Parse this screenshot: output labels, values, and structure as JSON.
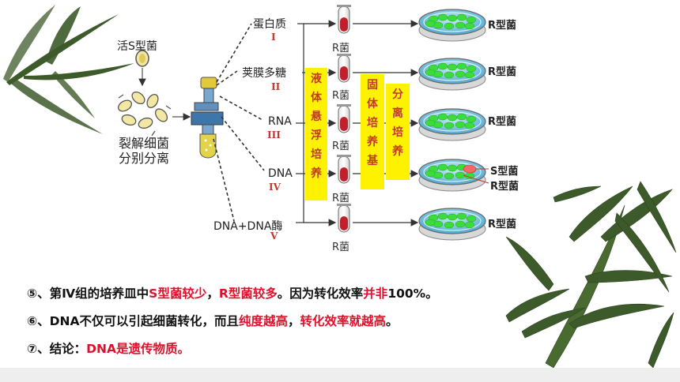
{
  "left": {
    "bacteria_title": "活S型菌",
    "caption_line1": "裂解细菌",
    "caption_line2": "分别分离"
  },
  "groups": [
    {
      "component": "蛋白质",
      "roman": "I",
      "tube": "R菌",
      "result": "R型菌"
    },
    {
      "component": "荚膜多糖",
      "roman": "II",
      "tube": "R菌",
      "result": "R型菌"
    },
    {
      "component": "RNA",
      "roman": "III",
      "tube": "R菌",
      "result": "R型菌"
    },
    {
      "component": "DNA",
      "roman": "IV",
      "tube": "R菌",
      "result": "S型菌",
      "result2": "R型菌"
    },
    {
      "component": "DNA+DNA酶",
      "roman": "V",
      "tube": "R菌",
      "result": "R型菌"
    }
  ],
  "boxes": {
    "liquid": [
      "液",
      "体",
      "悬",
      "浮",
      "培",
      "养"
    ],
    "solid_col1": [
      "固",
      "体",
      "培",
      "养",
      "基"
    ],
    "solid_col2": [
      "分",
      "离",
      "培",
      "养"
    ]
  },
  "conclusions": {
    "c5": {
      "a": "⑤、第Ⅳ组的培养皿中",
      "b": "S型菌较少",
      "c": "，",
      "d": "R型菌较多",
      "e": "。因为转化效率",
      "f": "并非",
      "g": "100%。"
    },
    "c6": {
      "a": "⑥、DNA不仅可以引起细菌转化，而且",
      "b": "纯度越高",
      "c": "，",
      "d": "转化效率就越高",
      "e": "。"
    },
    "c7": {
      "a": "⑦、结论：",
      "b": "DNA是遗传物质。"
    }
  },
  "colors": {
    "red": "#e0102c",
    "yellow": "#fff200",
    "green_colony": "#3ddc3d",
    "plate": "#8fd3ea",
    "bamboo": "#3d5a2a"
  }
}
